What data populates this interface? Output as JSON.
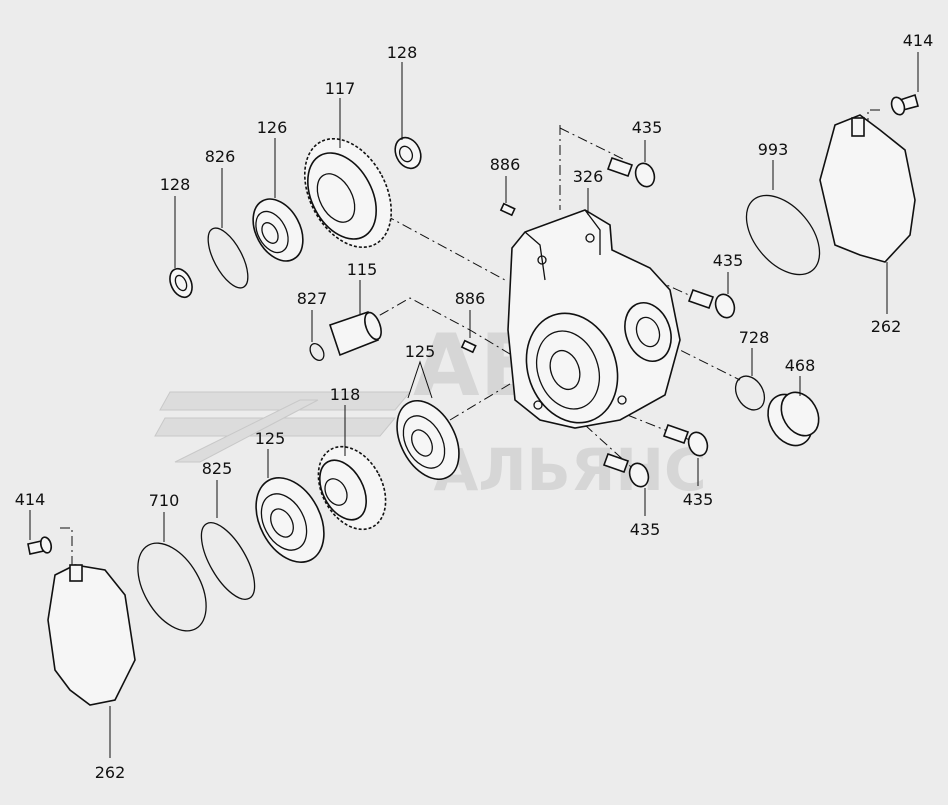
{
  "watermark": {
    "line1": "АВТО",
    "line2": "АЛЬЯНС"
  },
  "callouts": [
    {
      "id": "c-414-top",
      "number": "414"
    },
    {
      "id": "c-128-top",
      "number": "128"
    },
    {
      "id": "c-117",
      "number": "117"
    },
    {
      "id": "c-126",
      "number": "126"
    },
    {
      "id": "c-826",
      "number": "826"
    },
    {
      "id": "c-128-left",
      "number": "128"
    },
    {
      "id": "c-435-top",
      "number": "435"
    },
    {
      "id": "c-886-top",
      "number": "886"
    },
    {
      "id": "c-326",
      "number": "326"
    },
    {
      "id": "c-993",
      "number": "993"
    },
    {
      "id": "c-435-mid",
      "number": "435"
    },
    {
      "id": "c-115",
      "number": "115"
    },
    {
      "id": "c-827",
      "number": "827"
    },
    {
      "id": "c-886-mid",
      "number": "886"
    },
    {
      "id": "c-728",
      "number": "728"
    },
    {
      "id": "c-262-right",
      "number": "262"
    },
    {
      "id": "c-468",
      "number": "468"
    },
    {
      "id": "c-125-top",
      "number": "125"
    },
    {
      "id": "c-118",
      "number": "118"
    },
    {
      "id": "c-125-mid",
      "number": "125"
    },
    {
      "id": "c-825",
      "number": "825"
    },
    {
      "id": "c-710",
      "number": "710"
    },
    {
      "id": "c-414-left",
      "number": "414"
    },
    {
      "id": "c-435-bot-right",
      "number": "435"
    },
    {
      "id": "c-435-bot",
      "number": "435"
    },
    {
      "id": "c-262-bottom",
      "number": "262"
    }
  ]
}
